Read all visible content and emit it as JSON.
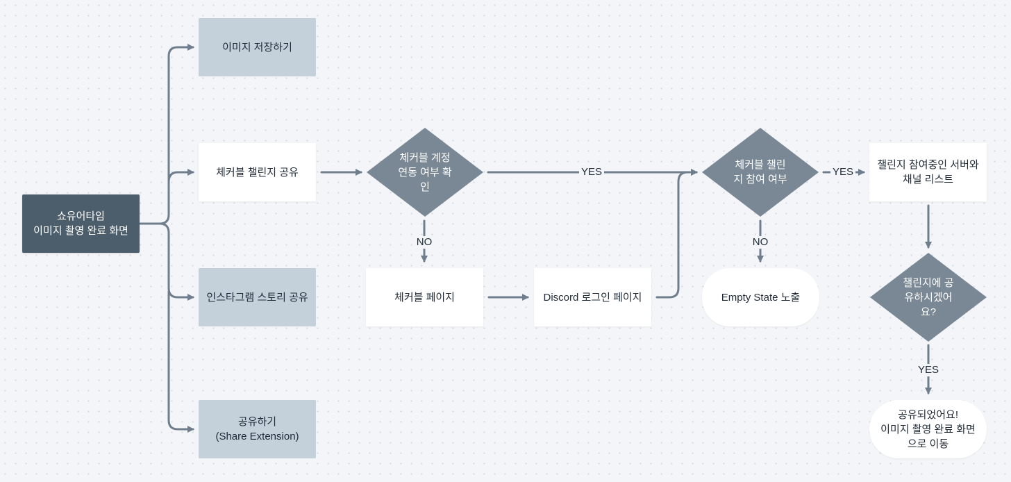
{
  "nodes": {
    "start": "쇼유어타임\n이미지 촬영 완료 화면",
    "save_image": "이미지 저장하기",
    "checkable_share": "체커블 챌린지 공유",
    "insta_share": "인스타그램 스토리 공유",
    "share_ext": "공유하기\n(Share Extension)",
    "check_linked": "체커블 계정\n연동 여부 확\n인",
    "checkable_page": "체커블 페이지",
    "discord_login": "Discord 로그인 페이지",
    "check_joined": "체커블 챌린\n지 참여 여부",
    "empty_state": "Empty State 노출",
    "server_list": "챌린지 참여중인 서버와\n채널 리스트",
    "confirm_share": "챌린지에 공\n유하시겠어\n요?",
    "shared_done": "공유되었어요!\n이미지 촬영 완료 화면\n으로 이동"
  },
  "edge_labels": {
    "linked_yes": "YES",
    "linked_no": "NO",
    "joined_yes": "YES",
    "joined_no": "NO",
    "confirm_yes": "YES"
  },
  "colors": {
    "dark_node": "#4c5d6c",
    "light_node": "#c4d0da",
    "diamond": "#7a8896",
    "edge": "#6f7d8c"
  }
}
